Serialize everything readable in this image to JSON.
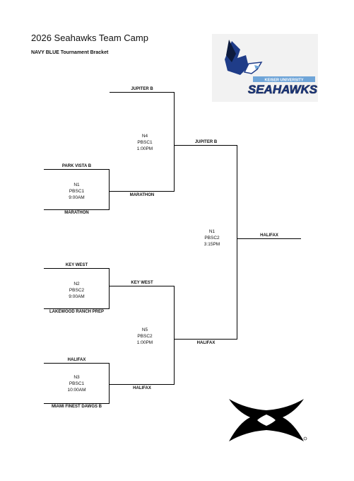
{
  "header": {
    "title": "2026 Seahawks Team Camp",
    "subtitle": "NAVY BLUE Tournament Bracket"
  },
  "logos": {
    "seahawks": {
      "caption": "KEISER UNIVERSITY",
      "wordmark": "SEAHAWKS",
      "primary": "#1f3c88",
      "accent": "#6fa5d8",
      "dark": "#0d1b3d"
    },
    "under_armour": {
      "color": "#000000"
    }
  },
  "round1": [
    {
      "top": "PARK VISTA B",
      "bottom": "MARATHON",
      "game": "N1",
      "field": "PBSC1",
      "time": "9:00AM"
    },
    {
      "top": "KEY WEST",
      "bottom": "LAKEWOOD RANCH PREP",
      "game": "N2",
      "field": "PBSC2",
      "time": "9:00AM"
    },
    {
      "top": "HALIFAX",
      "bottom": "MIAMI FINEST DAWGS B",
      "game": "N3",
      "field": "PBSC1",
      "time": "10:00AM"
    }
  ],
  "round2": {
    "jupiter_b": "JUPITER B",
    "n1_winner": "MARATHON",
    "n2_winner": "KEY WEST",
    "n3_winner": "HALIFAX",
    "n4": {
      "game": "N4",
      "field": "PBSC1",
      "time": "1:00PM"
    },
    "n5": {
      "game": "N5",
      "field": "PBSC2",
      "time": "1:00PM"
    }
  },
  "round3": {
    "n4_winner": "JUPITER B",
    "n5_winner": "HALIFAX",
    "final": {
      "game": "N1",
      "field": "PBSC2",
      "time": "3:15PM"
    }
  },
  "champion": "HALIFAX"
}
